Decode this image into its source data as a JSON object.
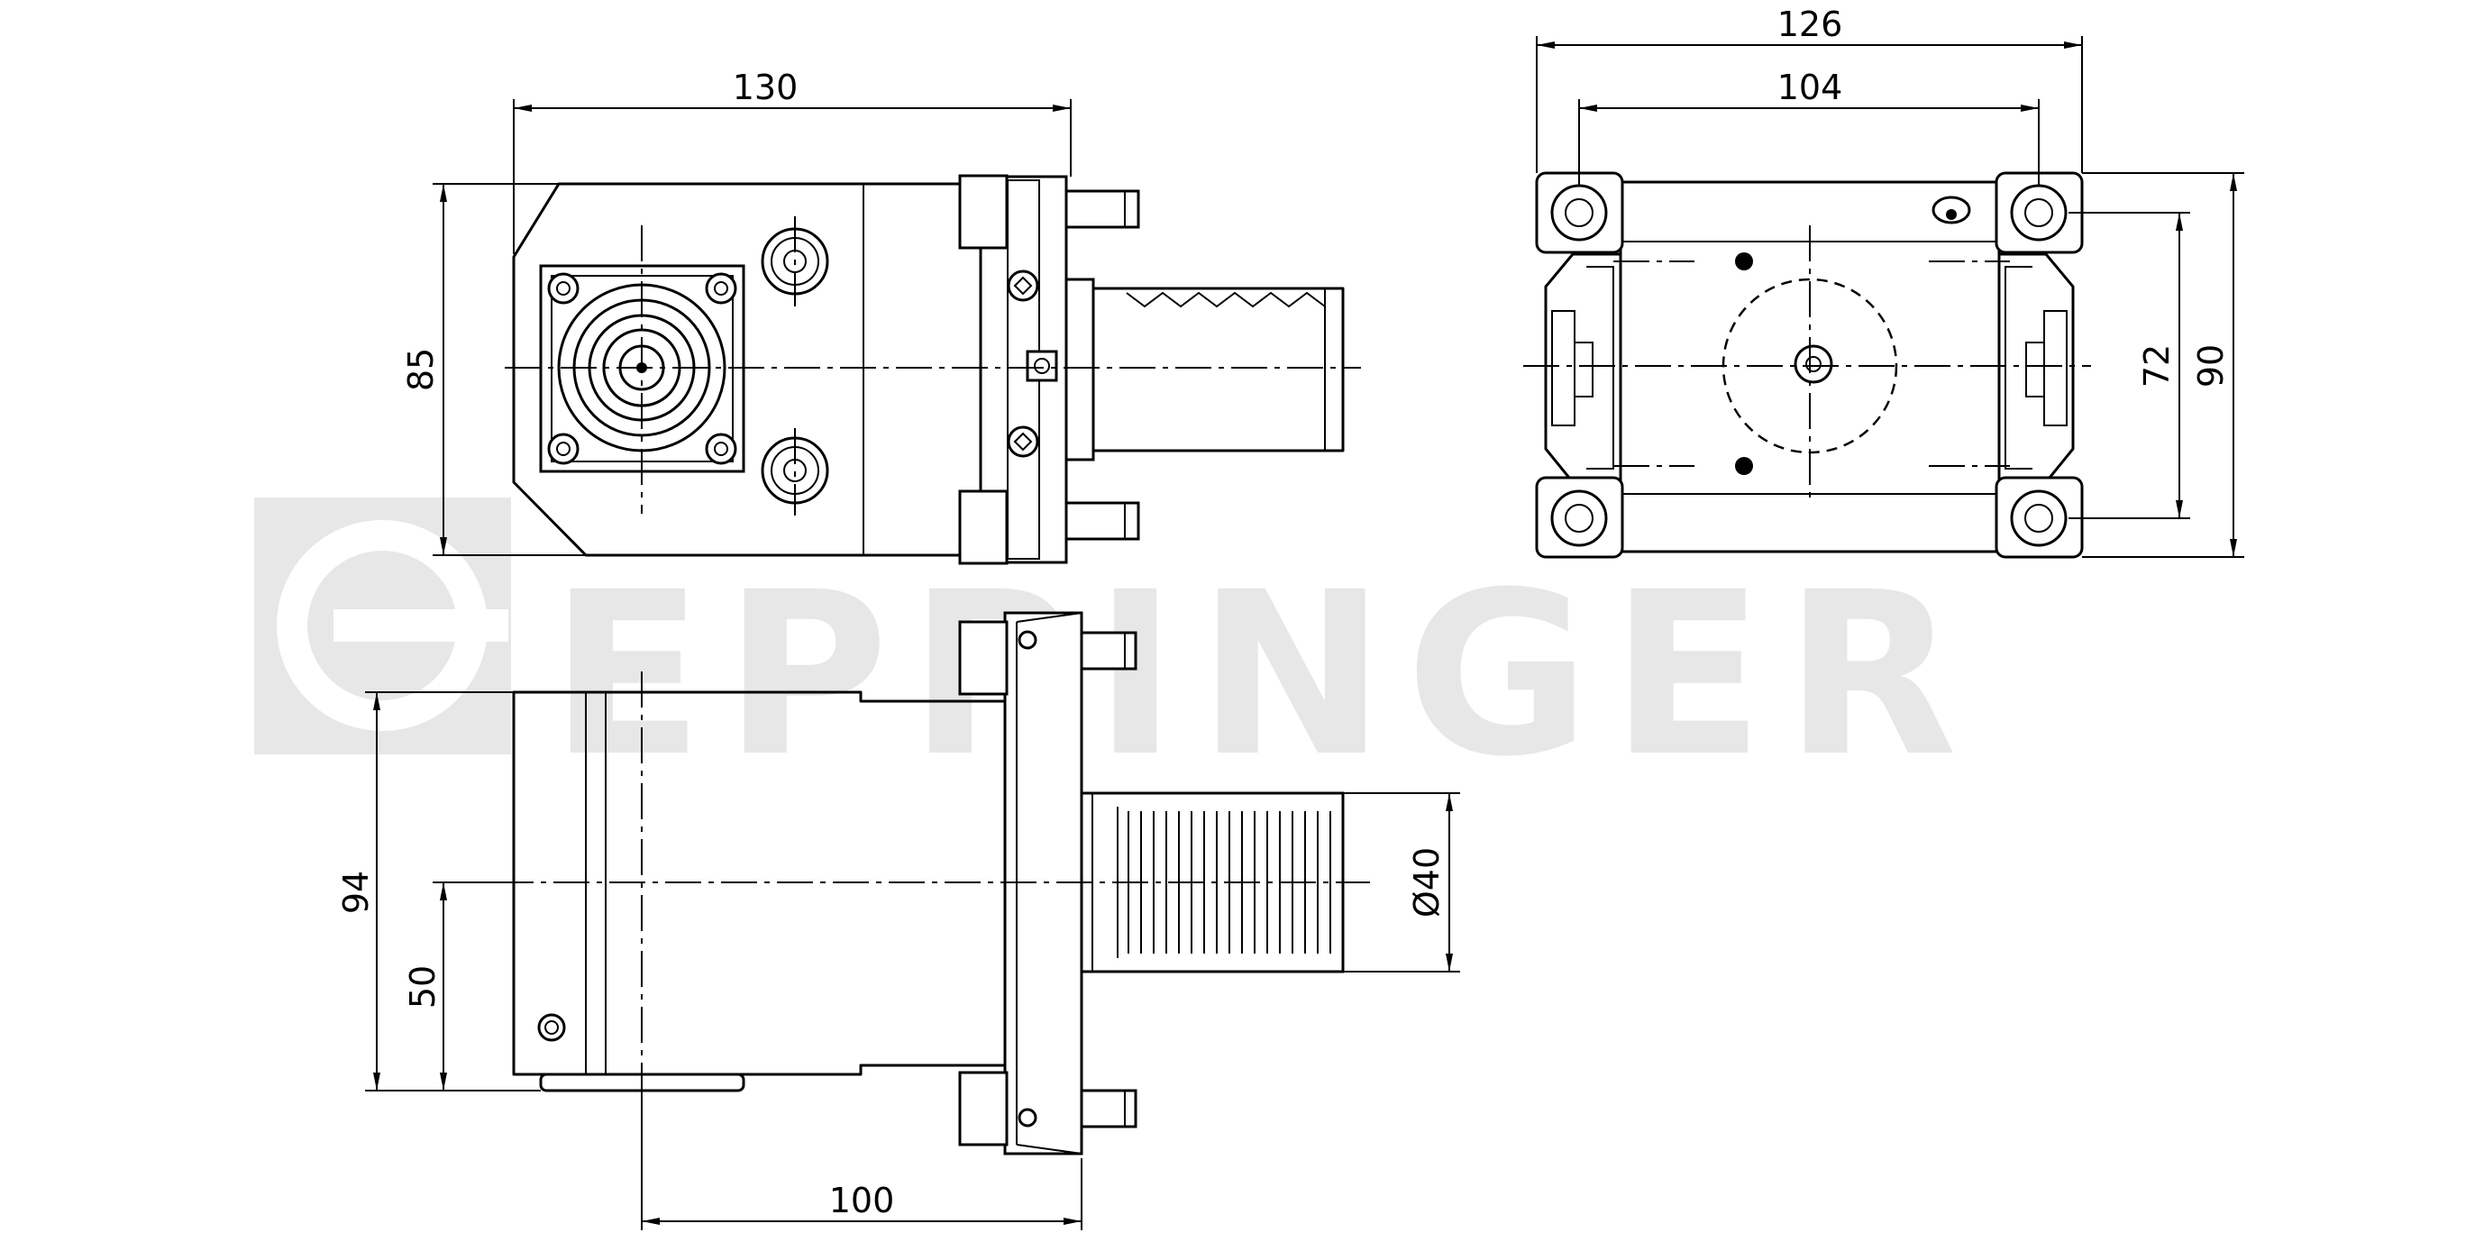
{
  "brand": {
    "watermark": "EPPINGER",
    "watermark_color": "#e7e7e7"
  },
  "dimensions": {
    "front_width": "130",
    "front_height": "85",
    "side_width_outer": "126",
    "side_width_inner": "104",
    "side_height_inner": "72",
    "side_height_outer": "90",
    "top_height": "94",
    "top_center_height": "50",
    "top_length": "100",
    "shank_diameter": "Ø40"
  },
  "colors": {
    "line": "#000000",
    "background": "#ffffff"
  }
}
